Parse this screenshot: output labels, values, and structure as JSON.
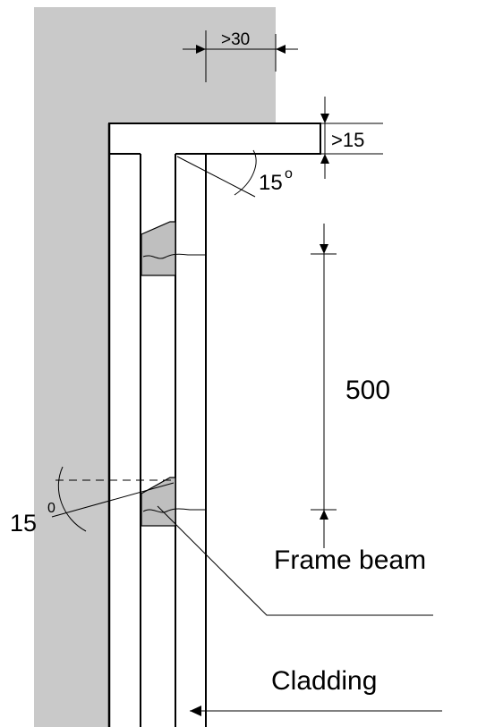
{
  "dimensions": {
    "gap_top": ">30",
    "overhang": ">15",
    "angle_top": "15",
    "angle_top_sup": "o",
    "spacing": "500",
    "angle_left": "15",
    "angle_left_sup": "0"
  },
  "labels": {
    "frame_beam": "Frame beam",
    "cladding": "Cladding"
  },
  "colors": {
    "wall": "#c9c9c9",
    "block": "#bfbfbf",
    "line": "#000000",
    "background": "#ffffff"
  }
}
